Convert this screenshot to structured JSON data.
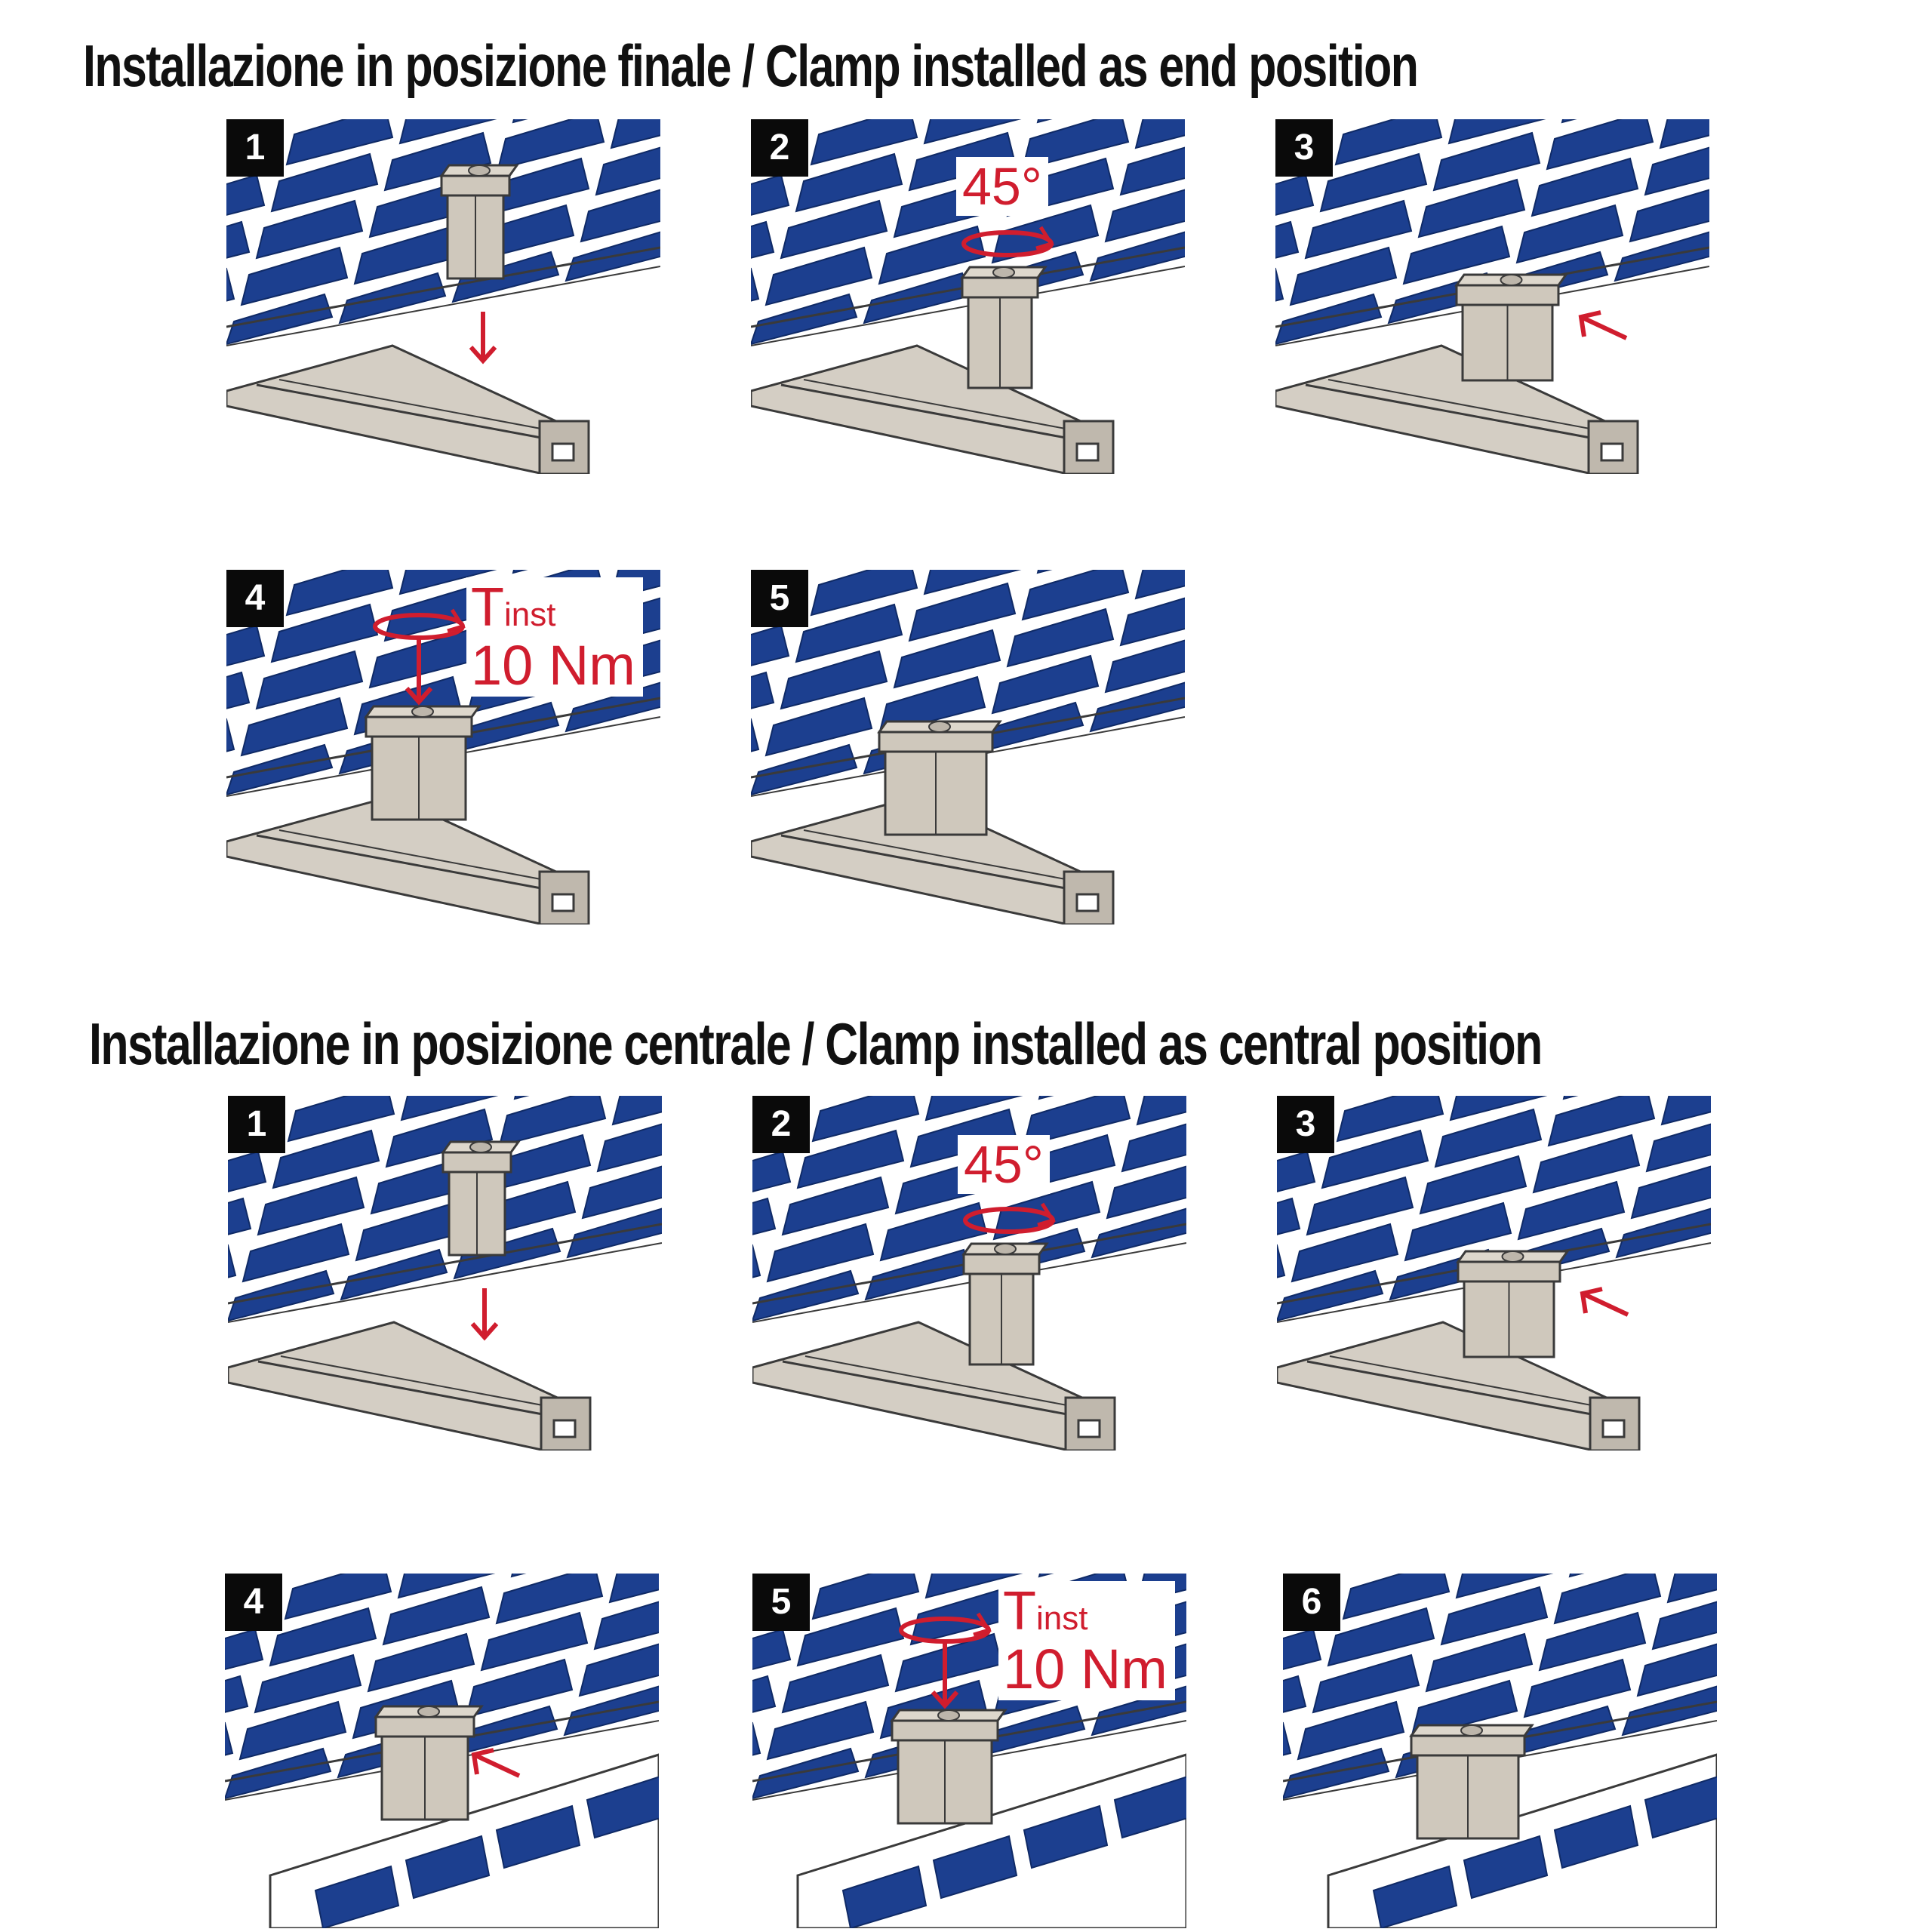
{
  "sections": [
    {
      "title": "Installazione in posizione finale / Clamp installed as end position",
      "steps": [
        {
          "number": "1",
          "action": "insert"
        },
        {
          "number": "2",
          "action": "rotate",
          "angle": "45°"
        },
        {
          "number": "3",
          "action": "push"
        },
        {
          "number": "4",
          "action": "tighten",
          "torque_symbol": "T",
          "torque_subscript": "inst",
          "torque_value": "10 Nm"
        },
        {
          "number": "5",
          "action": "done"
        }
      ]
    },
    {
      "title": "Installazione in posizione centrale / Clamp installed as central position",
      "steps": [
        {
          "number": "1",
          "action": "insert"
        },
        {
          "number": "2",
          "action": "rotate",
          "angle": "45°"
        },
        {
          "number": "3",
          "action": "push"
        },
        {
          "number": "4",
          "action": "place-second-module"
        },
        {
          "number": "5",
          "action": "tighten",
          "torque_symbol": "T",
          "torque_subscript": "inst",
          "torque_value": "10 Nm"
        },
        {
          "number": "6",
          "action": "done"
        }
      ]
    }
  ],
  "colors": {
    "cell_blue": "#1c3f8f",
    "frame": "#ffffff",
    "rail": "#d4cec4",
    "clamp": "#cfc8bc",
    "outline": "#3a3a3a",
    "arrow_red": "#d01d2e",
    "badge": "#0a0a0a"
  }
}
